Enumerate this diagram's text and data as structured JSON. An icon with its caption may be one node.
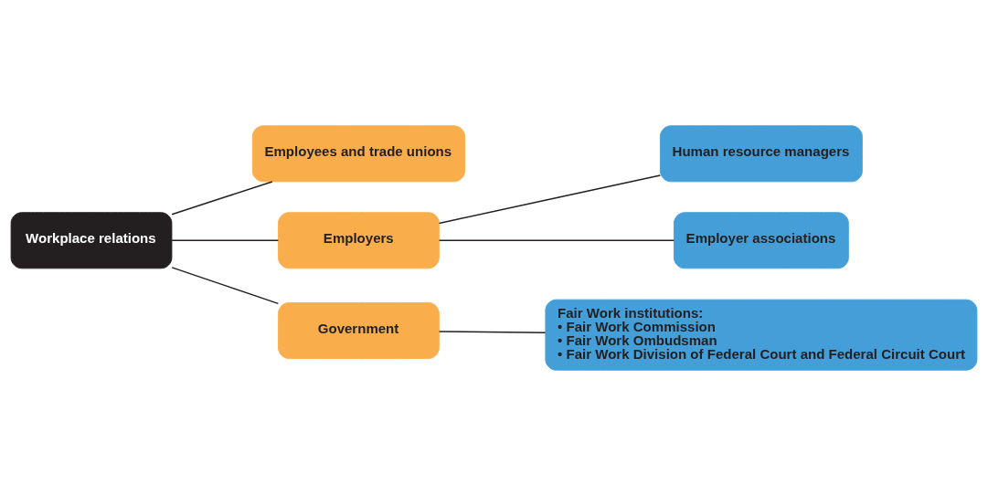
{
  "diagram": {
    "nodes": [
      {
        "text": [
          "Workplace relations"
        ]
      },
      {
        "text": [
          "Employees and trade unions"
        ]
      },
      {
        "text": [
          "Employers"
        ]
      },
      {
        "text": [
          "Government"
        ]
      },
      {
        "text": [
          "Human resource managers"
        ]
      },
      {
        "text": [
          "Employer associations"
        ]
      },
      {
        "text": [
          "Fair Work institutions:",
          "• Fair Work Commission",
          "• Fair Work Ombudsman",
          "• Fair Work Division of Federal Court and Federal Circuit Court"
        ]
      }
    ],
    "edges": [
      {
        "from": 0,
        "to": 1,
        "arrow": "none"
      },
      {
        "from": 0,
        "to": 2,
        "arrow": "none"
      },
      {
        "from": 0,
        "to": 3,
        "arrow": "none"
      },
      {
        "from": 2,
        "to": 4,
        "arrow": "none"
      },
      {
        "from": 2,
        "to": 5,
        "arrow": "none"
      },
      {
        "from": 3,
        "to": 6,
        "arrow": "none"
      }
    ]
  }
}
